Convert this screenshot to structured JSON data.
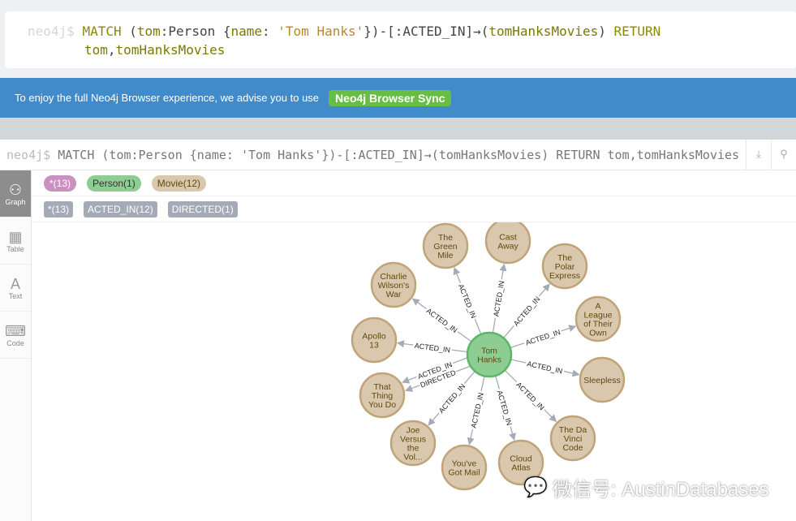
{
  "editor": {
    "prompt": "neo4j$",
    "kw1": "MATCH",
    "t1": " (",
    "v1": "tom",
    "t2": ":Person {",
    "v2": "name",
    "t3": ": ",
    "s1": "'Tom Hanks'",
    "t4": "})-[:ACTED_IN]→(",
    "v3": "tomHanksMovies",
    "t5": ") ",
    "kw2": "RETURN",
    "line2a": "tom",
    "line2b": ",",
    "line2c": "tomHanksMovies"
  },
  "banner": {
    "text": "To enjoy the full Neo4j Browser experience, we advise you to use",
    "button": "Neo4j Browser Sync"
  },
  "frame": {
    "prompt": "neo4j$",
    "query": "MATCH (tom:Person {name: 'Tom Hanks'})-[:ACTED_IN]→(tomHanksMovies) RETURN tom,tomHanksMovies",
    "download": "⤓",
    "pin": "⚲"
  },
  "sidebar": [
    {
      "icon": "⚇",
      "label": "Graph"
    },
    {
      "icon": "▦",
      "label": "Table"
    },
    {
      "icon": "A",
      "label": "Text"
    },
    {
      "icon": "⌨",
      "label": "Code"
    }
  ],
  "labels": [
    {
      "text": "*(13)",
      "color": "#c990c0"
    },
    {
      "text": "Person(1)",
      "color": "#8dcc93"
    },
    {
      "text": "Movie(12)",
      "color": "#d9c8ae"
    }
  ],
  "rel_types": [
    "*(13)",
    "ACTED_IN(12)",
    "DIRECTED(1)"
  ],
  "graph": {
    "center": "Tom Hanks",
    "colors": {
      "person": "#8dcc93",
      "person_border": "#5db665",
      "movie": "#d9c8ae",
      "movie_border": "#c0a378",
      "edge": "#a5abb6"
    },
    "nodes": [
      {
        "lines": [
          "The",
          "Green",
          "Mile"
        ],
        "rel": "ACTED_IN"
      },
      {
        "lines": [
          "Cast",
          "Away"
        ],
        "rel": "ACTED_IN"
      },
      {
        "lines": [
          "The",
          "Polar",
          "Express"
        ],
        "rel": "ACTED_IN"
      },
      {
        "lines": [
          "A",
          "League",
          "of Their",
          "Own"
        ],
        "rel": "ACTED_IN"
      },
      {
        "lines": [
          "Sleepless"
        ],
        "rel": "ACTED_IN"
      },
      {
        "lines": [
          "The Da",
          "Vinci",
          "Code"
        ],
        "rel": "ACTED_IN"
      },
      {
        "lines": [
          "Cloud",
          "Atlas"
        ],
        "rel": "ACTED_IN"
      },
      {
        "lines": [
          "You've",
          "Got Mail"
        ],
        "rel": "ACTED_IN"
      },
      {
        "lines": [
          "Joe",
          "Versus",
          "the",
          "Vol..."
        ],
        "rel": "ACTED_IN"
      },
      {
        "lines": [
          "That",
          "Thing",
          "You Do"
        ],
        "rel": "ACTED_IN"
      },
      {
        "lines": [
          "Apollo",
          "13"
        ],
        "rel": "ACTED_IN"
      },
      {
        "lines": [
          "Charlie",
          "Wilson's",
          "War"
        ],
        "rel": "ACTED_IN"
      }
    ],
    "extra_rel": "DIRECTED"
  },
  "watermark": "微信号: AustinDatabases"
}
